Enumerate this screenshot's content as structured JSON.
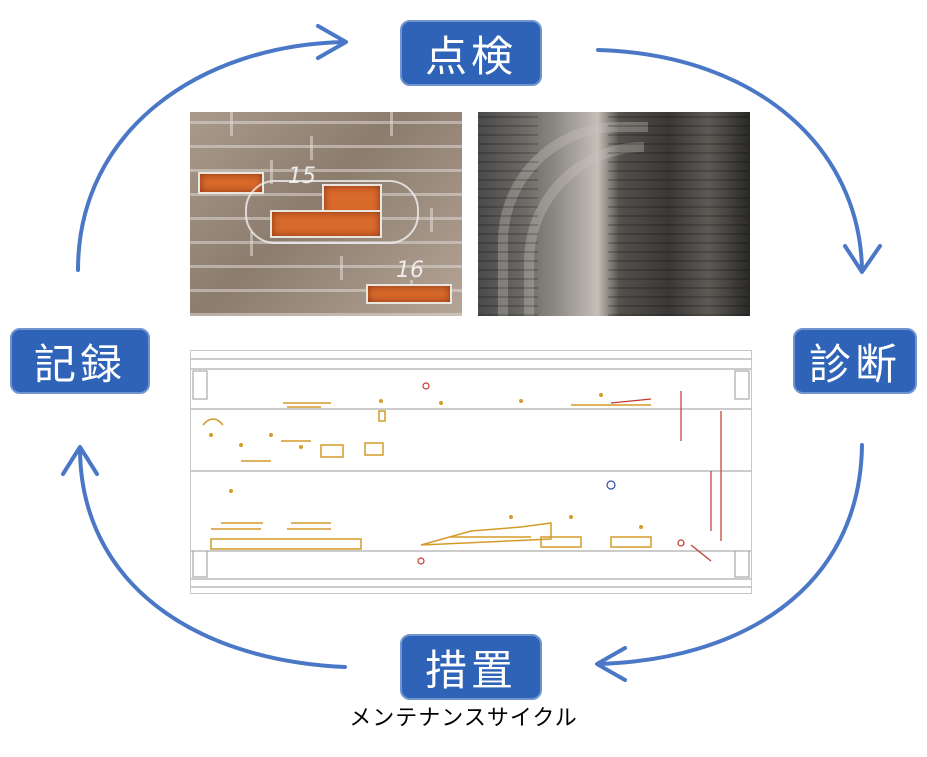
{
  "diagram": {
    "nodes": {
      "top": "点検",
      "right": "診断",
      "bottom": "措置",
      "left": "記録"
    },
    "caption": "メンテナンスサイクル",
    "colors": {
      "box_fill": "#2e63b8",
      "arrow": "#4a78c6",
      "drawing_marks": "#d49b2a",
      "drawing_alt_marks": "#c0392b"
    }
  },
  "photos": {
    "brick_labels": [
      "15",
      "16"
    ]
  }
}
